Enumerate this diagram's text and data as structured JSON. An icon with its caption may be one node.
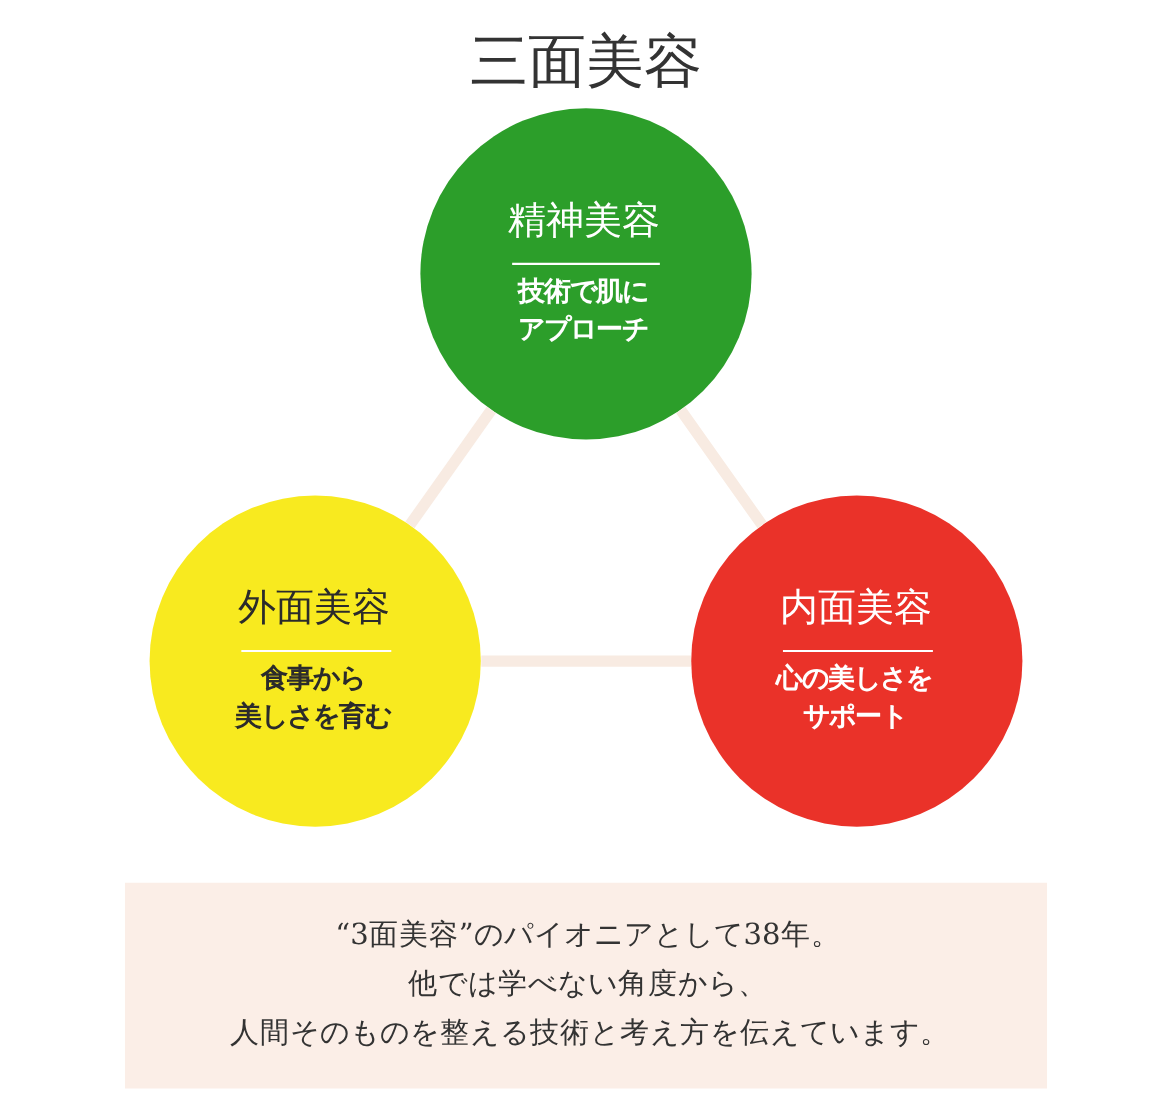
{
  "diagram": {
    "title": "三面美容",
    "nodes": [
      {
        "text": [
          "精神美容",
          "技術で肌にアプローチ"
        ]
      },
      {
        "text": [
          "外面美容",
          "食事から美しさを育む"
        ]
      },
      {
        "text": [
          "内面美容",
          "心の美しさをサポート"
        ]
      },
      {
        "text": [
          "“3面美容”のパイオニアとして38年。他では学べない角度から、人間そのものを整える技術と考え方を伝えています。"
        ]
      }
    ],
    "edges": [
      {
        "from": 0,
        "to": 1,
        "arrow": "none"
      },
      {
        "from": 0,
        "to": 2,
        "arrow": "none"
      },
      {
        "from": 1,
        "to": 2,
        "arrow": "none"
      }
    ]
  }
}
